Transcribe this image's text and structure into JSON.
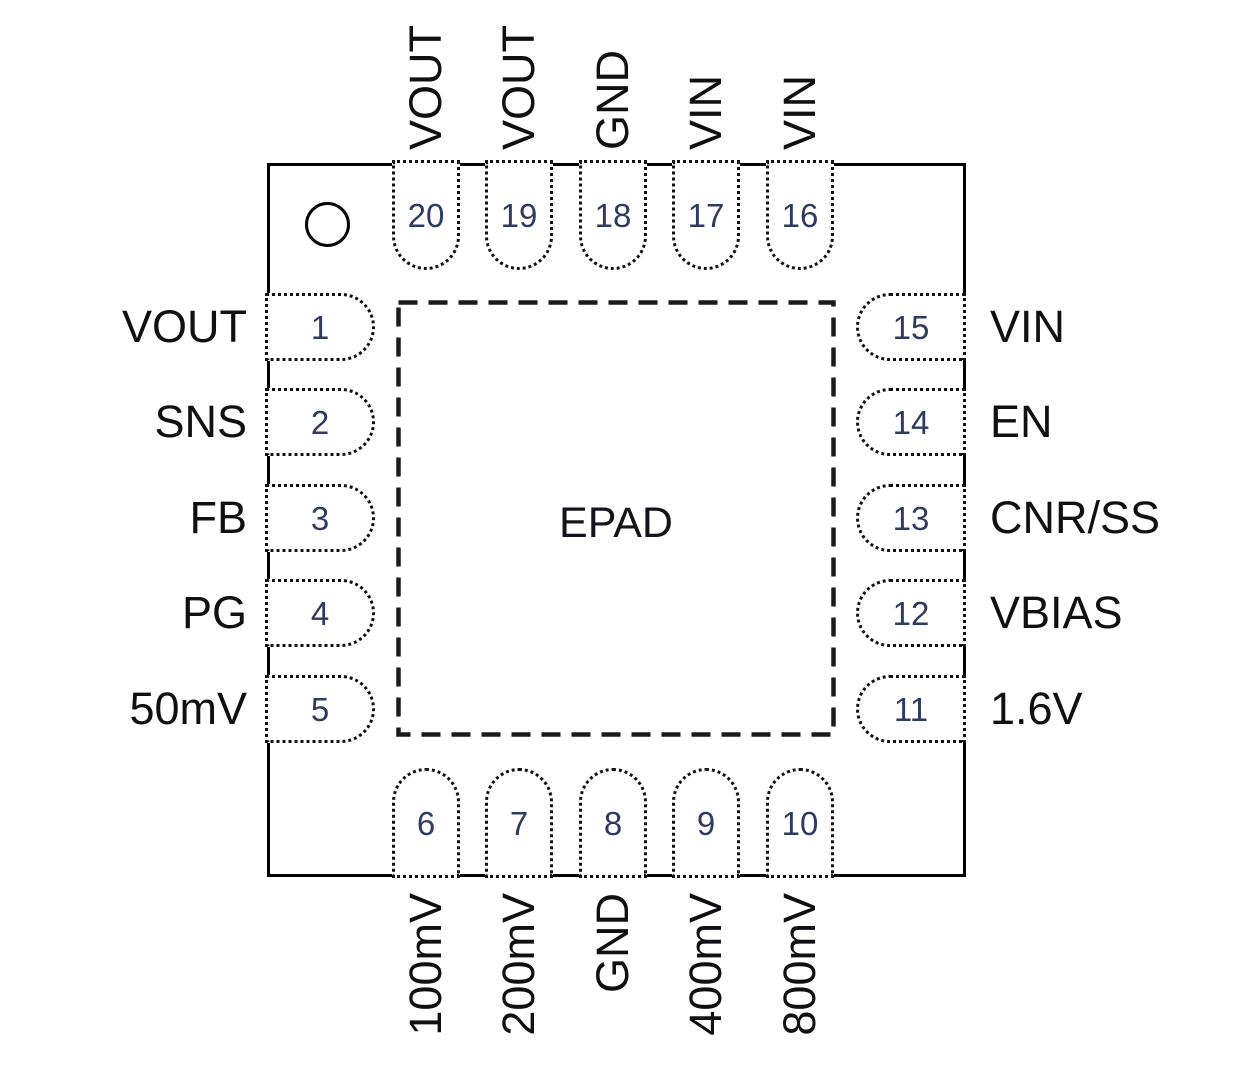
{
  "diagram": {
    "kind": "ic-package-pinout",
    "epad_label": "EPAD",
    "pin1_marker": "circle-icon",
    "colors": {
      "outline": "#000000",
      "pad_border": "#111111",
      "pin_number": "#2e3a5f",
      "pin_label": "#101014",
      "background": "#ffffff"
    },
    "pins": {
      "top": [
        {
          "number": "20",
          "label": "VOUT"
        },
        {
          "number": "19",
          "label": "VOUT"
        },
        {
          "number": "18",
          "label": "GND"
        },
        {
          "number": "17",
          "label": "VIN"
        },
        {
          "number": "16",
          "label": "VIN"
        }
      ],
      "left": [
        {
          "number": "1",
          "label": "VOUT"
        },
        {
          "number": "2",
          "label": "SNS"
        },
        {
          "number": "3",
          "label": "FB"
        },
        {
          "number": "4",
          "label": "PG"
        },
        {
          "number": "5",
          "label": "50mV"
        }
      ],
      "right": [
        {
          "number": "15",
          "label": "VIN"
        },
        {
          "number": "14",
          "label": "EN"
        },
        {
          "number": "13",
          "label": "CNR/SS"
        },
        {
          "number": "12",
          "label": "VBIAS"
        },
        {
          "number": "11",
          "label": "1.6V"
        }
      ],
      "bottom": [
        {
          "number": "6",
          "label": "100mV"
        },
        {
          "number": "7",
          "label": "200mV"
        },
        {
          "number": "8",
          "label": "GND"
        },
        {
          "number": "9",
          "label": "400mV"
        },
        {
          "number": "10",
          "label": "800mV"
        }
      ]
    }
  }
}
